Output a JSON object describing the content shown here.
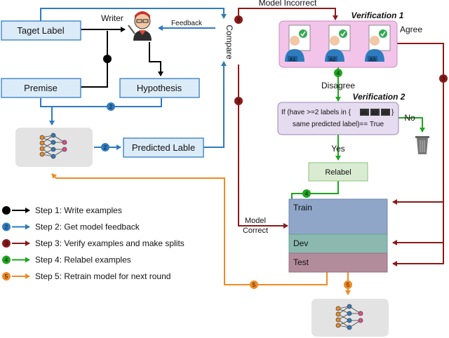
{
  "nodes": {
    "target_label": "Taget Label",
    "premise": "Premise",
    "hypothesis": "Hypothesis",
    "predicted_label": "Predicted Lable",
    "writer": "Writer",
    "feedback": "Feedback",
    "compare": "Compare",
    "model_incorrect": "Model Incorrect",
    "model_correct_1": "Model",
    "model_correct_2": "Correct",
    "verification1": "Verification 1",
    "agree": "Agree",
    "annotators": [
      "A1",
      "A2",
      "A3"
    ],
    "disagree": "Disagree",
    "verification2": "Verification 2",
    "cond_line1_a": "If (have >=2 labels in {",
    "cond_line1_b": "}",
    "cond_line2": "same predicted label)== True",
    "no": "No",
    "yes": "Yes",
    "relabel": "Relabel",
    "train": "Train",
    "dev": "Dev",
    "test": "Test"
  },
  "legend": [
    {
      "num": "1",
      "text": "Step 1: Write examples",
      "color": "#000000"
    },
    {
      "num": "2",
      "text": "Step 2: Get model feedback",
      "color": "#2f7bbf"
    },
    {
      "num": "3",
      "text": "Step 3: Verify examples and make splits",
      "color": "#8b1a1a"
    },
    {
      "num": "4",
      "text": "Step 4: Relabel examples",
      "color": "#1fa51f"
    },
    {
      "num": "5",
      "text": "Step 5: Retrain model for next round",
      "color": "#f08a24"
    }
  ],
  "colors": {
    "step1": "#000000",
    "step2": "#2f7bbf",
    "step3": "#8b1a1a",
    "step4": "#1fa51f",
    "step5": "#f08a24",
    "box_fill": "#dcebf8",
    "box_stroke": "#4a8cc9",
    "verif1_fill": "#f2c4ea",
    "verif2_fill": "#e6dcf0",
    "relabel_fill": "#d9ecd2",
    "train_fill": "#8fa6c9",
    "dev_fill": "#8bb9b0",
    "test_fill": "#b38c9c",
    "model_fill": "#e3e3e3"
  }
}
